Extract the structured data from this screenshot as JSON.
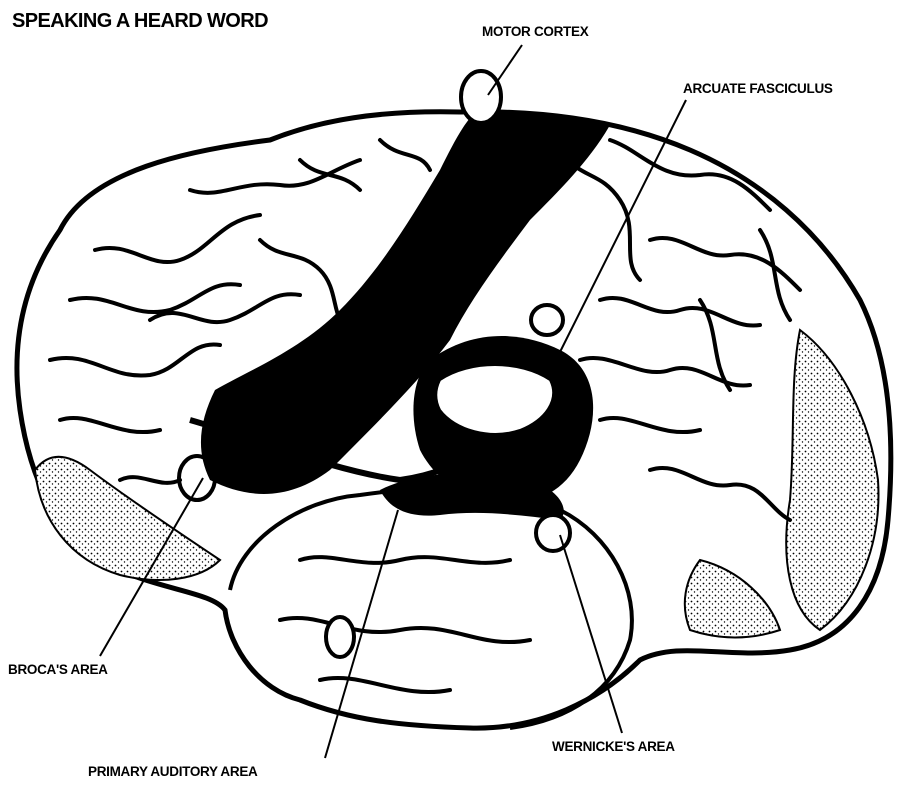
{
  "title": "SPEAKING A HEARD WORD",
  "labels": {
    "motor_cortex": "MOTOR CORTEX",
    "arcuate_fasciculus": "ARCUATE FASCICULUS",
    "brocas_area": "BROCA'S AREA",
    "primary_auditory_area": "PRIMARY AUDITORY AREA",
    "wernickes_area": "WERNICKE'S AREA"
  },
  "colors": {
    "ink": "#000000",
    "paper": "#ffffff"
  }
}
